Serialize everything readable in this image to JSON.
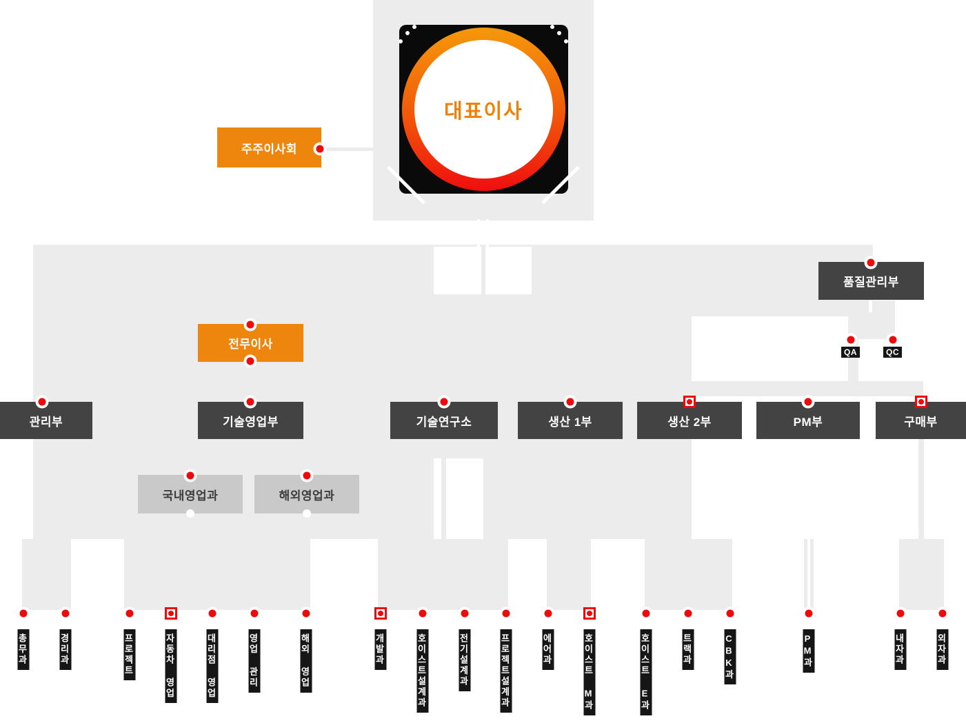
{
  "colors": {
    "accent_orange": "#ee850d",
    "dark_box": "#434343",
    "panel_gray": "#ececec",
    "light_box_gray": "#c9c9c9",
    "section_black": "#161616",
    "connector_red": "#ee0a0a",
    "ceo_text_orange": "#ee8107",
    "ring_gradient_top": "#f5990a",
    "ring_gradient_bottom": "#ef0e0e"
  },
  "ceo": {
    "label": "대표이사"
  },
  "board": {
    "label": "주주이사회"
  },
  "executive": {
    "label": "전무이사"
  },
  "quality": {
    "label": "품질관리부",
    "children": [
      {
        "label": "QA"
      },
      {
        "label": "QC"
      }
    ]
  },
  "departments": [
    {
      "label": "관리부"
    },
    {
      "label": "기술영업부"
    },
    {
      "label": "기술연구소"
    },
    {
      "label": "생산 1부"
    },
    {
      "label": "생산 2부"
    },
    {
      "label": "PM부"
    },
    {
      "label": "구매부"
    }
  ],
  "sales_teams": [
    {
      "label": "국내영업과"
    },
    {
      "label": "해외영업과"
    }
  ],
  "sections": [
    {
      "label": "총무과",
      "parent": "관리부"
    },
    {
      "label": "경리과",
      "parent": "관리부"
    },
    {
      "label": "프로젝트",
      "parent": "국내영업과"
    },
    {
      "label": "자동차 영업",
      "parent": "국내영업과"
    },
    {
      "label": "대리점 영업",
      "parent": "국내영업과"
    },
    {
      "label": "영업 관리",
      "parent": "국내영업과"
    },
    {
      "label": "해외 영업",
      "parent": "해외영업과"
    },
    {
      "label": "개발과",
      "parent": "기술연구소"
    },
    {
      "label": "호이스트설계과",
      "parent": "기술연구소"
    },
    {
      "label": "전기설계과",
      "parent": "기술연구소"
    },
    {
      "label": "프로젝트설계과",
      "parent": "기술연구소"
    },
    {
      "label": "에어과",
      "parent": "생산 1부"
    },
    {
      "label": "호이스트 M과",
      "parent": "생산 1부"
    },
    {
      "label": "호이스트 E과",
      "parent": "생산 2부"
    },
    {
      "label": "트랙과",
      "parent": "생산 2부"
    },
    {
      "label": "CBK과",
      "parent": "생산 2부"
    },
    {
      "label": "PM과",
      "parent": "PM부"
    },
    {
      "label": "내자과",
      "parent": "구매부"
    },
    {
      "label": "외자과",
      "parent": "구매부"
    }
  ]
}
